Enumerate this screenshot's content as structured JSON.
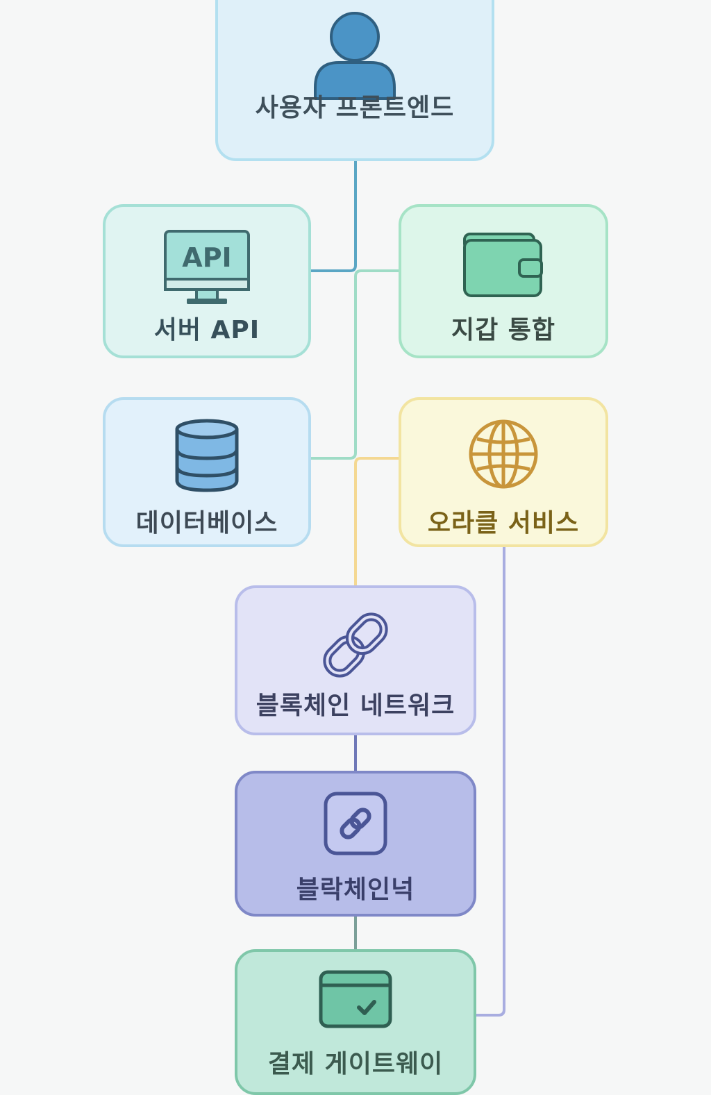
{
  "nodes": {
    "frontend": {
      "label": "사용자 프론트엔드",
      "icon": "user-icon"
    },
    "server_api": {
      "label": "서버 API",
      "icon": "api-monitor-icon",
      "icon_text": "API"
    },
    "wallet": {
      "label": "지갑 통합",
      "icon": "wallet-icon"
    },
    "database": {
      "label": "데이터베이스",
      "icon": "database-icon"
    },
    "oracle": {
      "label": "오라클 서비스",
      "icon": "globe-icon"
    },
    "blockchain": {
      "label": "블록체인 네트워크",
      "icon": "chain-link-icon"
    },
    "block_subnet": {
      "label": "블락체인넉",
      "icon": "link-square-icon"
    },
    "payment": {
      "label": "결제 게이트웨이",
      "icon": "card-check-icon"
    }
  },
  "colors": {
    "background": "#f6f7f7",
    "frontend_fill": "#dff0f9",
    "server_fill": "#e0f4f2",
    "wallet_fill": "#ddf6ea",
    "database_fill": "#e2f1fb",
    "oracle_fill": "#faf8db",
    "blockchain_fill": "#e2e3f7",
    "block_subnet_fill": "#b7bde9",
    "payment_fill": "#c0e8da"
  }
}
